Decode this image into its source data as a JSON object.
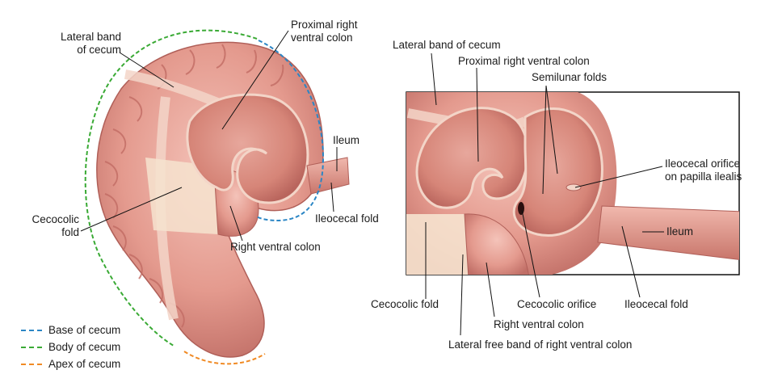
{
  "labels": {
    "lateral_band_of_cecum_left": [
      "Lateral band",
      "of cecum"
    ],
    "proximal_right_ventral_colon_left": [
      "Proximal right",
      "ventral colon"
    ],
    "ileum_left": "Ileum",
    "ileocecal_fold_left": "Ileocecal fold",
    "cecocolic_fold_left": [
      "Cecocolic",
      "fold"
    ],
    "right_ventral_colon_left": "Right ventral colon",
    "lateral_band_of_cecum_right": "Lateral band of cecum",
    "proximal_right_ventral_colon_right": "Proximal right ventral colon",
    "semilunar_folds": "Semilunar folds",
    "ileocecal_orifice": [
      "Ileocecal orifice",
      "on papilla ilealis"
    ],
    "ileum_right": "Ileum",
    "cecocolic_fold_right": "Cecocolic fold",
    "cecocolic_orifice": "Cecocolic orifice",
    "ileocecal_fold_right": "Ileocecal fold",
    "right_ventral_colon_right": "Right ventral colon",
    "lateral_free_band": "Lateral free band of right ventral colon"
  },
  "legend": [
    {
      "label": "Base of cecum",
      "color": "#2b86c5"
    },
    {
      "label": "Body of cecum",
      "color": "#3aaa35"
    },
    {
      "label": "Apex of cecum",
      "color": "#f08a24"
    }
  ],
  "colors": {
    "tissue": "#e49a8e",
    "tissue_dark": "#c8736a",
    "tissue_light": "#f2bcb2",
    "mucosa": "#d98b80",
    "fold": "#f6e3cf",
    "frame": "#111111"
  }
}
